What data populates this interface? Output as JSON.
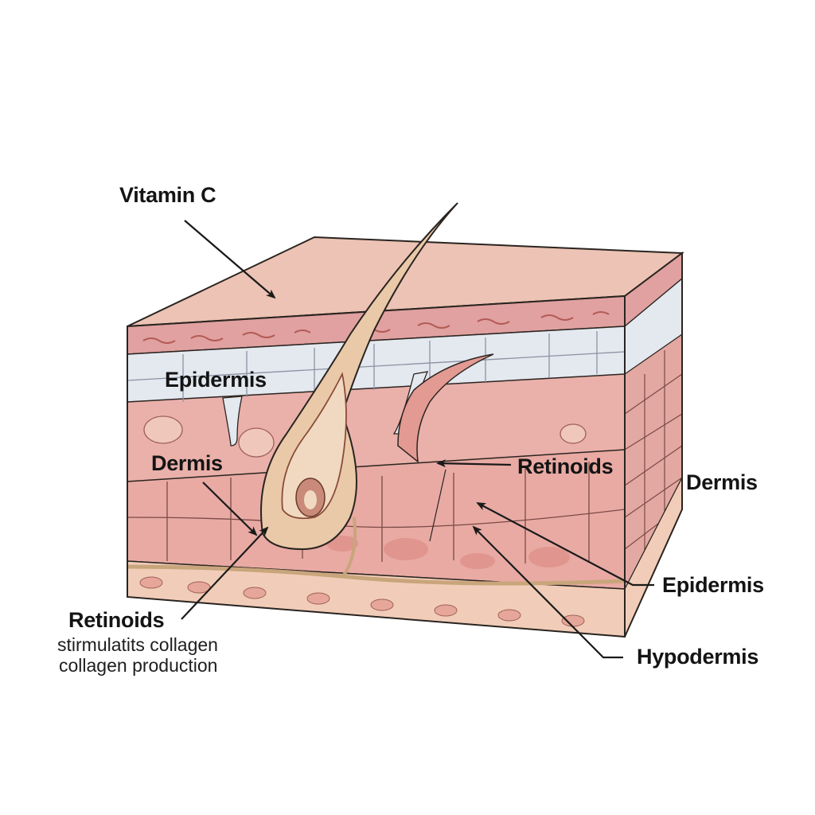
{
  "labels": {
    "vitamin_c": "Vitamin C",
    "epidermis_front": "Epidermis",
    "dermis_front": "Dermis",
    "retinoids_bottom": "Retinoids",
    "retinoids_caption_line1": "stirmulatits collagen",
    "retinoids_caption_line2": "collagen production",
    "retinoids_right": "Retinoids",
    "dermis_right": "Dermis",
    "epidermis_right": "Epidermis",
    "hypodermis_right": "Hypodermis"
  },
  "colors": {
    "top_surface": "#ecc3b4",
    "stratum_band": "#f0d9c0",
    "red_band": "#e0a1a0",
    "epidermis_layer": "#e4e8ef",
    "dermis_layer": "#eab0aa",
    "cell_layer": "#e9aaa4",
    "hypodermis_layer": "#f1cdb9",
    "outline": "#2a2420",
    "follicle": "#e9c9a8",
    "follicle_core": "#c98a7a"
  },
  "icons": [
    "arrow-icon"
  ]
}
